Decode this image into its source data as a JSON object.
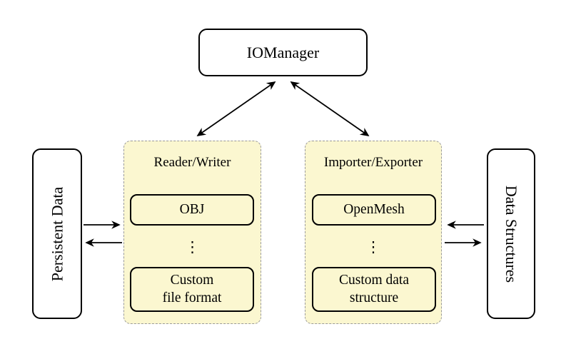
{
  "colors": {
    "background": "#ffffff",
    "group_fill": "#fbf7d0",
    "group_border": "#9a9a9a",
    "node_border": "#000000",
    "arrow": "#000000"
  },
  "nodes": {
    "iomanager": {
      "label": "IOManager"
    },
    "persistent_data": {
      "label": "Persistent Data"
    },
    "data_structures": {
      "label": "Data Structures"
    },
    "reader_writer": {
      "title": "Reader/Writer",
      "item_first": "OBJ",
      "ellipsis": "⋮",
      "item_last": "Custom\nfile format"
    },
    "importer_exporter": {
      "title": "Importer/Exporter",
      "item_first": "OpenMesh",
      "ellipsis": "⋮",
      "item_last": "Custom data\nstructure"
    }
  }
}
